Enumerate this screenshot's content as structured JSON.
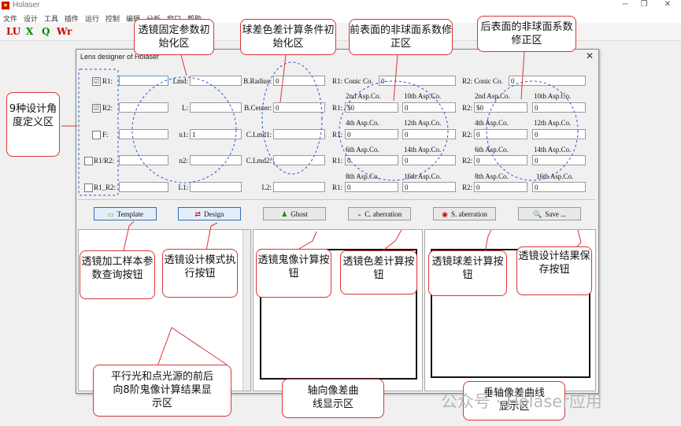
{
  "app": {
    "title": "Holaser",
    "icon": "star-app-icon"
  },
  "menu": [
    "文件",
    "设计",
    "工具",
    "插件",
    "运行",
    "控制",
    "编辑",
    "分析",
    "窗口",
    "帮助"
  ],
  "toolbar": [
    {
      "label": "LU",
      "color": "#cc0000"
    },
    {
      "label": "X",
      "color": "#008800"
    },
    {
      "label": "Q",
      "color": "#008800"
    },
    {
      "label": "Wr",
      "color": "#cc0000"
    }
  ],
  "dialog": {
    "title": "Lens designer of Holaser",
    "close": "✕",
    "angle_rows": [
      {
        "checked": true,
        "check_mark": "☑",
        "label": "R1:",
        "value": ""
      },
      {
        "checked": true,
        "check_mark": "☑",
        "label": "R2:",
        "value": ""
      },
      {
        "checked": false,
        "check_mark": "",
        "label": "F:",
        "value": ""
      },
      {
        "checked": false,
        "check_mark": "",
        "label": "R1/R2:",
        "value": ""
      },
      {
        "checked": false,
        "check_mark": "",
        "label": "R1_R2:",
        "value": ""
      }
    ],
    "fixed_params": [
      {
        "label": "Lmd:",
        "value": ""
      },
      {
        "label": "L:",
        "value": ""
      },
      {
        "label": "n1:",
        "value": "1"
      },
      {
        "label": "n2:",
        "value": ""
      },
      {
        "label": "L1:",
        "value": ""
      }
    ],
    "spherical_init": [
      {
        "label": "B.Radius:",
        "value": "0"
      },
      {
        "label": "B.Center:",
        "value": "0"
      },
      {
        "label": "C.Lmd1:",
        "value": ""
      },
      {
        "label": "C.Lmd2:",
        "value": ""
      },
      {
        "label": "L2:",
        "value": ""
      }
    ],
    "front": {
      "conic_label": "R1: Conic Co.",
      "conic_value": "0",
      "row_prefix": "R1:",
      "rows": [
        {
          "a_label": "2nd Asp.Co.",
          "a_value": "$0",
          "b_label": "10th Asp.Co.",
          "b_value": "0"
        },
        {
          "a_label": "4th Asp.Co.",
          "a_value": "0",
          "b_label": "12th Asp.Co.",
          "b_value": "0"
        },
        {
          "a_label": "6th Asp.Co.",
          "a_value": "0",
          "b_label": "14th Asp.Co.",
          "b_value": "0"
        },
        {
          "a_label": "8th Asp.Co.",
          "a_value": "0",
          "b_label": "16th Asp.Co.",
          "b_value": "0"
        }
      ]
    },
    "back": {
      "conic_label": "R2: Conic Co.",
      "conic_value": "0",
      "row_prefix": "R2:",
      "rows": [
        {
          "a_label": "2nd Asp.Co.",
          "a_value": "$0",
          "b_label": "10th Asp.Co.",
          "b_value": "0"
        },
        {
          "a_label": "4th Asp.Co.",
          "a_value": "0",
          "b_label": "12th Asp.Co.",
          "b_value": "0"
        },
        {
          "a_label": "6th Asp.Co.",
          "a_value": "0",
          "b_label": "14th Asp.Co.",
          "b_value": "0"
        },
        {
          "a_label": "8th Asp.Co.",
          "a_value": "0",
          "b_label": "16th Asp.Co.",
          "b_value": "0"
        }
      ]
    },
    "buttons": {
      "template": "Template",
      "design": "Design",
      "ghost": "Ghost",
      "c_aberration": "C. aberration",
      "s_aberration": "S. aberration",
      "save": "Save ..."
    }
  },
  "annotations": {
    "angle_zone": "9种设计角度定义区",
    "fixed_zone": "透镜固定参数初始化区",
    "spherical_zone": "球差色差计算条件初始化区",
    "front_zone": "前表面的非球面系数修正区",
    "back_zone": "后表面的非球面系数修正区",
    "template_btn": "透镜加工样本参数查询按钮",
    "design_btn": "透镜设计模式执行按钮",
    "ghost_btn": "透镜鬼像计算按钮",
    "c_btn": "透镜色差计算按钮",
    "s_btn": "透镜球差计算按钮",
    "save_btn": "透镜设计结果保存按钮",
    "ghost_area": "平行光和点光源的前后向8阶鬼像计算结果显示区",
    "axial_area": "轴向像差曲线显示区",
    "vertical_area": "垂轴像差曲线显示区"
  },
  "watermark": "公众号 · Holaser应用"
}
